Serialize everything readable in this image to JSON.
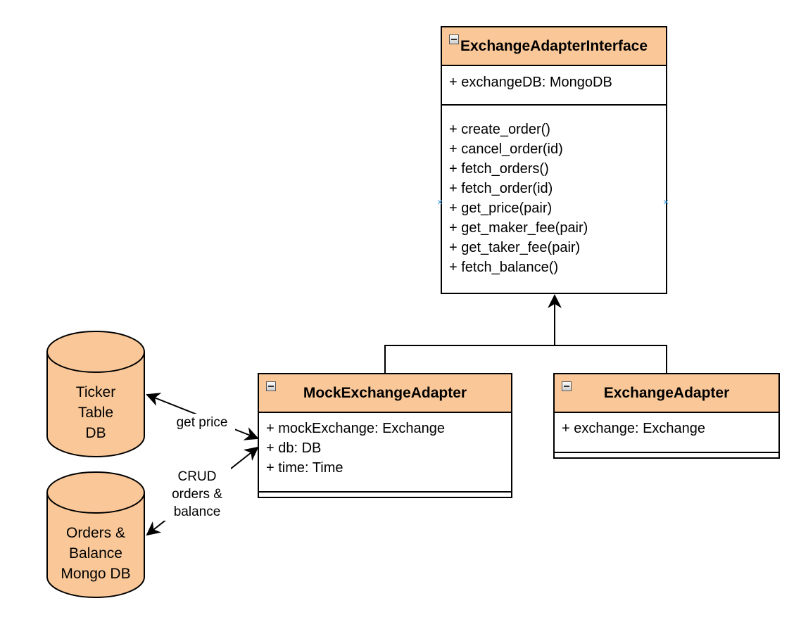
{
  "interface": {
    "title": "ExchangeAdapterInterface",
    "attributes": [
      "+ exchangeDB: MongoDB"
    ],
    "methods": [
      "+ create_order()",
      "+ cancel_order(id)",
      "+ fetch_orders()",
      "+ fetch_order(id)",
      "+ get_price(pair)",
      "+ get_maker_fee(pair)",
      "+ get_taker_fee(pair)",
      "+ fetch_balance()"
    ]
  },
  "mock_adapter": {
    "title": "MockExchangeAdapter",
    "attributes": [
      "+ mockExchange: Exchange",
      "+ db: DB",
      "+ time: Time"
    ]
  },
  "exchange_adapter": {
    "title": "ExchangeAdapter",
    "attributes": [
      "+ exchange: Exchange"
    ]
  },
  "databases": {
    "ticker": [
      "Ticker",
      "Table",
      "DB"
    ],
    "orders": [
      "Orders &",
      "Balance",
      "Mongo DB"
    ]
  },
  "edges": {
    "get_price": "get price",
    "crud": [
      "CRUD",
      "orders &",
      "balance"
    ]
  },
  "colors": {
    "class_header": "#fac898",
    "database_fill": "#fac898",
    "anchor": "#3a9be0"
  }
}
